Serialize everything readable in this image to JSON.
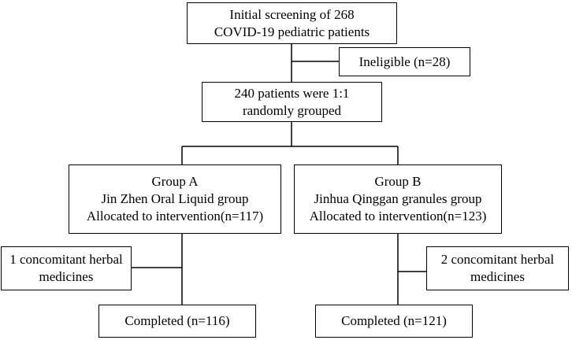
{
  "flowchart": {
    "screening": {
      "line1": "Initial screening of 268",
      "line2": "COVID-19 pediatric patients"
    },
    "ineligible": {
      "line1": "Ineligible (n=28)"
    },
    "randomized": {
      "line1": "240 patients were 1:1",
      "line2": "randomly grouped"
    },
    "group_a": {
      "line1": "Group A",
      "line2": "Jin Zhen Oral Liquid group",
      "line3": "Allocated to intervention(n=117)"
    },
    "group_b": {
      "line1": "Group B",
      "line2": "Jinhua Qinggan granules group",
      "line3": "Allocated to intervention(n=123)"
    },
    "excluded_a": {
      "line1": "1 concomitant herbal",
      "line2": "medicines"
    },
    "excluded_b": {
      "line1": "2 concomitant herbal",
      "line2": "medicines"
    },
    "completed_a": {
      "line1": "Completed (n=116)"
    },
    "completed_b": {
      "line1": "Completed (n=121)"
    }
  }
}
